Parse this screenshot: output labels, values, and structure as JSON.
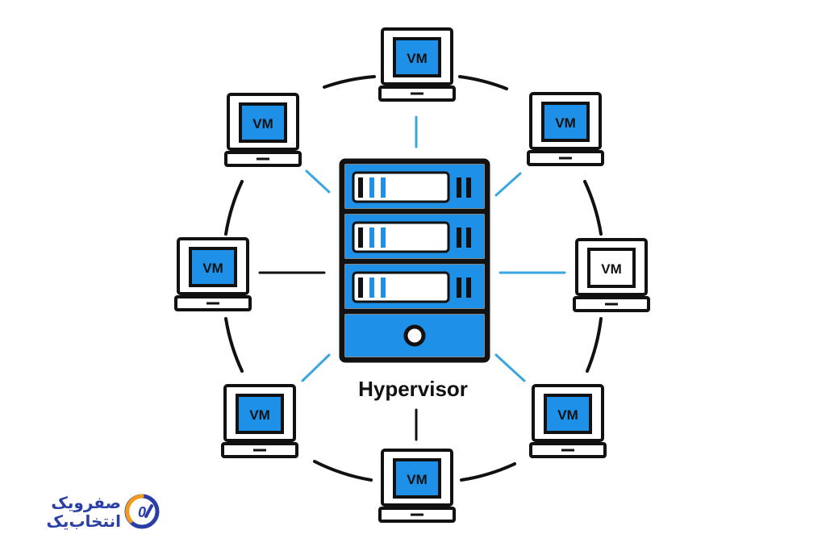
{
  "diagram": {
    "center_label": "Hypervisor",
    "vm_label": "VM",
    "vm_nodes": [
      {
        "id": "top",
        "label": "VM",
        "highlight": false
      },
      {
        "id": "top-right",
        "label": "VM",
        "highlight": false
      },
      {
        "id": "right",
        "label": "VM",
        "highlight": true
      },
      {
        "id": "bottom-right",
        "label": "VM",
        "highlight": false
      },
      {
        "id": "bottom",
        "label": "VM",
        "highlight": false
      },
      {
        "id": "bottom-left",
        "label": "VM",
        "highlight": false
      },
      {
        "id": "left",
        "label": "VM",
        "highlight": false
      },
      {
        "id": "top-left",
        "label": "VM",
        "highlight": false
      }
    ]
  },
  "colors": {
    "accent": "#1E90E8",
    "accent_line": "#3AA6E0",
    "ink": "#111111",
    "logo": "#2A3FA6",
    "logo_orange": "#F39A1E"
  },
  "logo": {
    "line1": "صفرویک",
    "line2": "انتخاب‌یک"
  }
}
